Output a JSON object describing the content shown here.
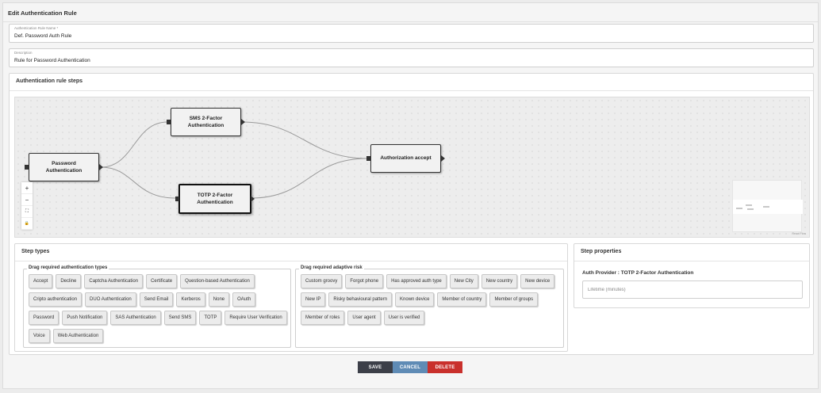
{
  "page": {
    "title": "Edit Authentication Rule"
  },
  "fields": {
    "name": {
      "label": "Authentication Rule Name *",
      "value": "Def. Password Auth Rule"
    },
    "description": {
      "label": "Description",
      "value": "Rule for Password Authentication"
    }
  },
  "steps": {
    "title": "Authentication rule steps",
    "nodes": {
      "password": "Password Authentication",
      "sms": "SMS 2-Factor Authentication",
      "totp": "TOTP 2-Factor Authentication",
      "accept": "Authorization accept"
    },
    "controls": {
      "zoom_in": "+",
      "zoom_out": "−",
      "fit": "⛶",
      "lock": "🔒"
    },
    "attribution": "React Flow"
  },
  "step_types": {
    "title": "Step types",
    "auth_group_title": "Drag required authentication types",
    "auth_types": [
      "Accept",
      "Decline",
      "Captcha Authentication",
      "Certificate",
      "Question-based Authentication",
      "Cripto authentication",
      "DUO Authentication",
      "Send Email",
      "Kerberos",
      "None",
      "OAuth",
      "Password",
      "Push Notification",
      "SAS Authentication",
      "Send SMS",
      "TOTP",
      "Require User Verification",
      "Voice",
      "Web Authentication"
    ],
    "risk_group_title": "Drag required adaptive risk",
    "risk_types": [
      "Custom groovy",
      "Forgot phone",
      "Has approved auth type",
      "New City",
      "New country",
      "New device",
      "New IP",
      "Risky behavioural pattern",
      "Known device",
      "Member of country",
      "Member of groups",
      "Member of roles",
      "User agent",
      "User is verified"
    ]
  },
  "step_properties": {
    "title": "Step properties",
    "auth_provider": "Auth Provider : TOTP 2-Factor Authentication",
    "lifetime_placeholder": "Lifetime (minutes)"
  },
  "buttons": {
    "save": "SAVE",
    "cancel": "CANCEL",
    "delete": "DELETE"
  },
  "colors": {
    "save": "#3c3f48",
    "cancel": "#5f8bb5",
    "delete": "#c9302c"
  }
}
